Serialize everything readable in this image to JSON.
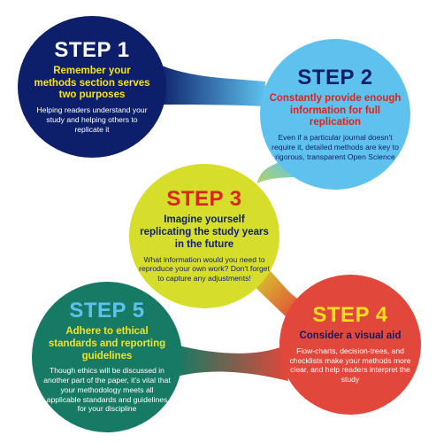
{
  "colors": {
    "navy": "#0d1f6a",
    "sky_blue": "#5fc2ee",
    "lime": "#d6dd2a",
    "red_orange": "#e1473a",
    "teal": "#167a64",
    "yellow": "#f7e21c",
    "red": "#d9261c"
  },
  "steps": [
    {
      "title": "STEP 1",
      "heading": "Remember your methods section serves two purposes",
      "body": "Helping readers understand your study and helping others to replicate it"
    },
    {
      "title": "STEP 2",
      "heading": "Constantly provide enough information for full replication",
      "body": "Even if a particular journal doesn't require it, detailed methods are key to rigorous, transparent Open Science"
    },
    {
      "title": "STEP 3",
      "heading": "Imagine yourself replicating the study years in the future",
      "body": "What information would you need to reproduce your own work? Don't forget to capture any adjustments!"
    },
    {
      "title": "STEP 4",
      "heading": "Consider a visual aid",
      "body": "Flow-charts, decision-trees, and checklists make your methods more clear, and help readers interpret the study"
    },
    {
      "title": "STEP 5",
      "heading": "Adhere to ethical standards and reporting guidelines",
      "body": "Though ethics will be discussed in another part of the paper, it's vital that your methodology meets all applicable standards and guidelines for your discipline"
    }
  ]
}
